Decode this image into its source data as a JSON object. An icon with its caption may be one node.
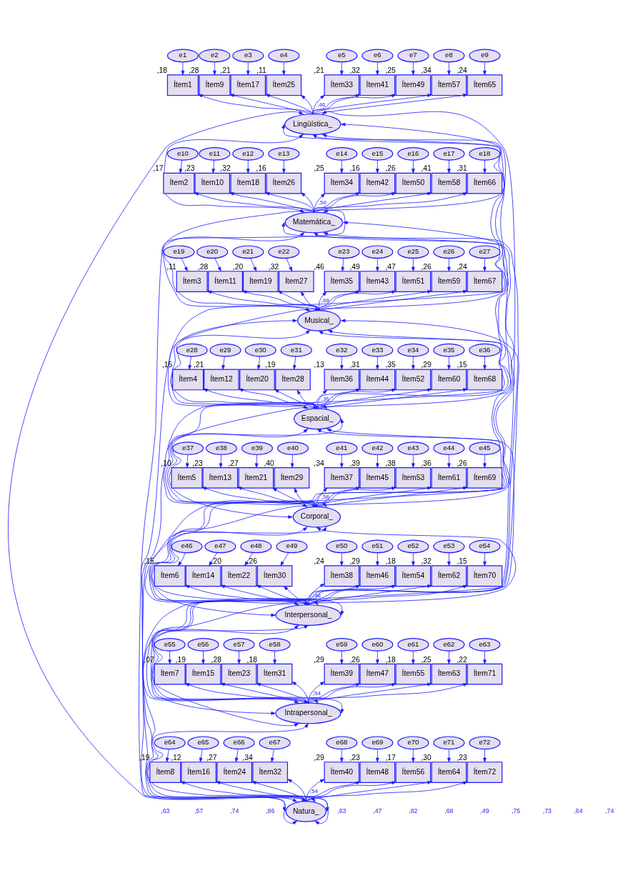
{
  "diagram": {
    "nodes": [
      {
        "text": [
          "e1"
        ]
      },
      {
        "text": [
          "e2"
        ]
      },
      {
        "text": [
          "e3"
        ]
      },
      {
        "text": [
          "e4"
        ]
      },
      {
        "text": [
          "e5"
        ]
      },
      {
        "text": [
          "e6"
        ]
      },
      {
        "text": [
          "e7"
        ]
      },
      {
        "text": [
          "e8"
        ]
      },
      {
        "text": [
          "e9"
        ]
      },
      {
        "text": [
          "Ítem1"
        ],
        "beside": [
          ",18"
        ]
      },
      {
        "text": [
          "Ítem9"
        ],
        "beside": [
          ",28"
        ]
      },
      {
        "text": [
          "Ítem17"
        ],
        "beside": [
          ",21"
        ]
      },
      {
        "text": [
          "Ítem25"
        ],
        "beside": [
          ",11"
        ]
      },
      {
        "text": [
          "Ítem33"
        ],
        "beside": [
          ",21"
        ]
      },
      {
        "text": [
          "Ítem41"
        ],
        "beside": [
          ",32"
        ]
      },
      {
        "text": [
          "Ítem49"
        ],
        "beside": [
          ",25"
        ]
      },
      {
        "text": [
          "Ítem57"
        ],
        "beside": [
          ",34"
        ]
      },
      {
        "text": [
          "Ítem65"
        ],
        "beside": [
          ",24"
        ]
      },
      {
        "text": [
          "Lingüística_"
        ]
      },
      {
        "text": [
          "e10"
        ]
      },
      {
        "text": [
          "e11"
        ]
      },
      {
        "text": [
          "e12"
        ]
      },
      {
        "text": [
          "e13"
        ]
      },
      {
        "text": [
          "e14"
        ]
      },
      {
        "text": [
          "e15"
        ]
      },
      {
        "text": [
          "e16"
        ]
      },
      {
        "text": [
          "e17"
        ]
      },
      {
        "text": [
          "e18"
        ]
      },
      {
        "text": [
          "Ítem2"
        ],
        "beside": [
          ",17"
        ]
      },
      {
        "text": [
          "Ítem10"
        ],
        "beside": [
          ",23"
        ]
      },
      {
        "text": [
          "Ítem18"
        ],
        "beside": [
          ",32"
        ]
      },
      {
        "text": [
          "Ítem26"
        ],
        "beside": [
          ",16"
        ]
      },
      {
        "text": [
          "Ítem34"
        ],
        "beside": [
          ",25"
        ]
      },
      {
        "text": [
          "Ítem42"
        ],
        "beside": [
          ",16"
        ]
      },
      {
        "text": [
          "Ítem50"
        ],
        "beside": [
          ",26"
        ]
      },
      {
        "text": [
          "Ítem58"
        ],
        "beside": [
          ",41"
        ]
      },
      {
        "text": [
          "Ítem66"
        ],
        "beside": [
          ",31"
        ]
      },
      {
        "text": [
          "Matemática_"
        ]
      },
      {
        "text": [
          "e19"
        ]
      },
      {
        "text": [
          "e20"
        ]
      },
      {
        "text": [
          "e21"
        ]
      },
      {
        "text": [
          "e22"
        ]
      },
      {
        "text": [
          "e23"
        ]
      },
      {
        "text": [
          "e24"
        ]
      },
      {
        "text": [
          "e25"
        ]
      },
      {
        "text": [
          "e26"
        ]
      },
      {
        "text": [
          "e27"
        ]
      },
      {
        "text": [
          "Ítem3"
        ],
        "beside": [
          ",11"
        ]
      },
      {
        "text": [
          "Ítem11"
        ],
        "beside": [
          ",28"
        ]
      },
      {
        "text": [
          "Ítem19"
        ],
        "beside": [
          ",20"
        ]
      },
      {
        "text": [
          "Ítem27"
        ],
        "beside": [
          ",32"
        ]
      },
      {
        "text": [
          "Ítem35"
        ],
        "beside": [
          ",46"
        ]
      },
      {
        "text": [
          "Ítem43"
        ],
        "beside": [
          ",49"
        ]
      },
      {
        "text": [
          "Ítem51"
        ],
        "beside": [
          ",47"
        ]
      },
      {
        "text": [
          "Ítem59"
        ],
        "beside": [
          ",26"
        ]
      },
      {
        "text": [
          "Ítem67"
        ],
        "beside": [
          ",24"
        ]
      },
      {
        "text": [
          "Musical_"
        ]
      },
      {
        "text": [
          "e28"
        ]
      },
      {
        "text": [
          "e29"
        ]
      },
      {
        "text": [
          "e30"
        ]
      },
      {
        "text": [
          "e31"
        ]
      },
      {
        "text": [
          "e32"
        ]
      },
      {
        "text": [
          "e33"
        ]
      },
      {
        "text": [
          "e34"
        ]
      },
      {
        "text": [
          "e35"
        ]
      },
      {
        "text": [
          "e36"
        ]
      },
      {
        "text": [
          "Ítem4"
        ],
        "beside": [
          ",15"
        ]
      },
      {
        "text": [
          "Ítem12"
        ],
        "beside": [
          ",21"
        ]
      },
      {
        "text": [
          "Ítem20"
        ]
      },
      {
        "text": [
          "Ítem28"
        ],
        "beside": [
          ",19"
        ]
      },
      {
        "text": [
          "Ítem36"
        ],
        "beside": [
          ",13"
        ]
      },
      {
        "text": [
          "Ítem44"
        ],
        "beside": [
          ",31"
        ]
      },
      {
        "text": [
          "Ítem52"
        ],
        "beside": [
          ",35"
        ]
      },
      {
        "text": [
          "Ítem60"
        ],
        "beside": [
          ",29"
        ]
      },
      {
        "text": [
          "Ítem68"
        ],
        "beside": [
          ",15"
        ]
      },
      {
        "text": [
          "Espacial_"
        ]
      },
      {
        "text": [
          "e37"
        ]
      },
      {
        "text": [
          "e38"
        ]
      },
      {
        "text": [
          "e39"
        ]
      },
      {
        "text": [
          "e40"
        ]
      },
      {
        "text": [
          "e41"
        ]
      },
      {
        "text": [
          "e42"
        ]
      },
      {
        "text": [
          "e43"
        ]
      },
      {
        "text": [
          "e44"
        ]
      },
      {
        "text": [
          "e45"
        ]
      },
      {
        "text": [
          "Ítem5"
        ],
        "beside": [
          ",10"
        ]
      },
      {
        "text": [
          "Ítem13"
        ],
        "beside": [
          ",23"
        ]
      },
      {
        "text": [
          "Ítem21"
        ],
        "beside": [
          ",27"
        ]
      },
      {
        "text": [
          "Ítem29"
        ],
        "beside": [
          ",40"
        ]
      },
      {
        "text": [
          "Ítem37"
        ],
        "beside": [
          ",34"
        ]
      },
      {
        "text": [
          "Ítem45"
        ],
        "beside": [
          ",39"
        ]
      },
      {
        "text": [
          "Ítem53"
        ],
        "beside": [
          ",38"
        ]
      },
      {
        "text": [
          "Ítem61"
        ],
        "beside": [
          ",36"
        ]
      },
      {
        "text": [
          "Ítem69"
        ],
        "beside": [
          ",26"
        ]
      },
      {
        "text": [
          "Corporal_"
        ]
      },
      {
        "text": [
          "e46"
        ]
      },
      {
        "text": [
          "e47"
        ]
      },
      {
        "text": [
          "e48"
        ]
      },
      {
        "text": [
          "e49"
        ]
      },
      {
        "text": [
          "e50"
        ]
      },
      {
        "text": [
          "e51"
        ]
      },
      {
        "text": [
          "e52"
        ]
      },
      {
        "text": [
          "e53"
        ]
      },
      {
        "text": [
          "e54"
        ]
      },
      {
        "text": [
          "Ítem6"
        ],
        "beside": [
          ",15"
        ]
      },
      {
        "text": [
          "Ítem14"
        ]
      },
      {
        "text": [
          "Ítem22"
        ],
        "beside": [
          ",20"
        ]
      },
      {
        "text": [
          "Ítem30"
        ],
        "beside": [
          ",26"
        ]
      },
      {
        "text": [
          "Ítem38"
        ],
        "beside": [
          ",24"
        ]
      },
      {
        "text": [
          "Ítem46"
        ],
        "beside": [
          ",29"
        ]
      },
      {
        "text": [
          "Ítem54"
        ],
        "beside": [
          ",18"
        ]
      },
      {
        "text": [
          "Ítem62"
        ],
        "beside": [
          ",32"
        ]
      },
      {
        "text": [
          "Ítem70"
        ],
        "beside": [
          ",15"
        ]
      },
      {
        "text": [
          "Interpersonal_"
        ]
      },
      {
        "text": [
          "e55"
        ]
      },
      {
        "text": [
          "e56"
        ]
      },
      {
        "text": [
          "e57"
        ]
      },
      {
        "text": [
          "e58"
        ]
      },
      {
        "text": [
          "e59"
        ]
      },
      {
        "text": [
          "e60"
        ]
      },
      {
        "text": [
          "e61"
        ]
      },
      {
        "text": [
          "e62"
        ]
      },
      {
        "text": [
          "e63"
        ]
      },
      {
        "text": [
          "Ítem7"
        ],
        "beside": [
          ",07"
        ]
      },
      {
        "text": [
          "Ítem15"
        ],
        "beside": [
          ",19"
        ]
      },
      {
        "text": [
          "Ítem23"
        ],
        "beside": [
          ",28"
        ]
      },
      {
        "text": [
          "Ítem31"
        ],
        "beside": [
          ",18"
        ]
      },
      {
        "text": [
          "Ítem39"
        ],
        "beside": [
          ",29"
        ]
      },
      {
        "text": [
          "Ítem47"
        ],
        "beside": [
          ",26"
        ]
      },
      {
        "text": [
          "Ítem55"
        ],
        "beside": [
          ",18"
        ]
      },
      {
        "text": [
          "Ítem63"
        ],
        "beside": [
          ",25"
        ]
      },
      {
        "text": [
          "Ítem71"
        ],
        "beside": [
          ",22"
        ]
      },
      {
        "text": [
          "Intrapersonal_"
        ]
      },
      {
        "text": [
          "e64"
        ]
      },
      {
        "text": [
          "e65"
        ]
      },
      {
        "text": [
          "e66"
        ]
      },
      {
        "text": [
          "e67"
        ]
      },
      {
        "text": [
          "e68"
        ]
      },
      {
        "text": [
          "e69"
        ]
      },
      {
        "text": [
          "e70"
        ]
      },
      {
        "text": [
          "e71"
        ]
      },
      {
        "text": [
          "e72"
        ]
      },
      {
        "text": [
          "Ítem8"
        ],
        "beside": [
          ",19"
        ]
      },
      {
        "text": [
          "Ítem16"
        ],
        "beside": [
          ",12"
        ]
      },
      {
        "text": [
          "Ítem24"
        ],
        "beside": [
          ",27"
        ]
      },
      {
        "text": [
          "Ítem32"
        ],
        "beside": [
          ",34"
        ]
      },
      {
        "text": [
          "Ítem40"
        ],
        "beside": [
          ",29"
        ]
      },
      {
        "text": [
          "Ítem48"
        ],
        "beside": [
          ",23"
        ]
      },
      {
        "text": [
          "Ítem56"
        ],
        "beside": [
          ",17"
        ]
      },
      {
        "text": [
          "Ítem64"
        ],
        "beside": [
          ",30"
        ]
      },
      {
        "text": [
          "Ítem72"
        ],
        "beside": [
          ",23"
        ]
      },
      {
        "text": [
          "Natura_"
        ]
      }
    ],
    "edges": [
      {
        "from": 0,
        "to": 9,
        "arrow": "to"
      },
      {
        "from": 1,
        "to": 10,
        "arrow": "to"
      },
      {
        "from": 2,
        "to": 11,
        "arrow": "to"
      },
      {
        "from": 3,
        "to": 12,
        "arrow": "to"
      },
      {
        "from": 4,
        "to": 13,
        "arrow": "to"
      },
      {
        "from": 5,
        "to": 14,
        "arrow": "to"
      },
      {
        "from": 6,
        "to": 15,
        "arrow": "to"
      },
      {
        "from": 7,
        "to": 16,
        "arrow": "to"
      },
      {
        "from": 8,
        "to": 17,
        "arrow": "to"
      },
      {
        "from": 18,
        "to": 9,
        "arrow": "to"
      },
      {
        "from": 18,
        "to": 10,
        "arrow": "to"
      },
      {
        "from": 18,
        "to": 11,
        "arrow": "to"
      },
      {
        "from": 18,
        "to": 12,
        "arrow": "to"
      },
      {
        "from": 18,
        "to": 13,
        "arrow": "to",
        "label": ",46"
      },
      {
        "from": 18,
        "to": 14,
        "arrow": "to"
      },
      {
        "from": 18,
        "to": 15,
        "arrow": "to"
      },
      {
        "from": 18,
        "to": 16,
        "arrow": "to"
      },
      {
        "from": 18,
        "to": 17,
        "arrow": "to"
      },
      {
        "from": 19,
        "to": 28,
        "arrow": "to"
      },
      {
        "from": 20,
        "to": 29,
        "arrow": "to"
      },
      {
        "from": 21,
        "to": 30,
        "arrow": "to"
      },
      {
        "from": 22,
        "to": 31,
        "arrow": "to"
      },
      {
        "from": 23,
        "to": 32,
        "arrow": "to"
      },
      {
        "from": 24,
        "to": 33,
        "arrow": "to"
      },
      {
        "from": 25,
        "to": 34,
        "arrow": "to"
      },
      {
        "from": 26,
        "to": 35,
        "arrow": "to"
      },
      {
        "from": 27,
        "to": 36,
        "arrow": "to"
      },
      {
        "from": 37,
        "to": 28,
        "arrow": "to"
      },
      {
        "from": 37,
        "to": 29,
        "arrow": "to"
      },
      {
        "from": 37,
        "to": 30,
        "arrow": "to"
      },
      {
        "from": 37,
        "to": 31,
        "arrow": "to"
      },
      {
        "from": 37,
        "to": 32,
        "arrow": "to",
        "label": ",50"
      },
      {
        "from": 37,
        "to": 33,
        "arrow": "to"
      },
      {
        "from": 37,
        "to": 34,
        "arrow": "to"
      },
      {
        "from": 37,
        "to": 35,
        "arrow": "to"
      },
      {
        "from": 37,
        "to": 36,
        "arrow": "to"
      },
      {
        "from": 38,
        "to": 47,
        "arrow": "to"
      },
      {
        "from": 39,
        "to": 48,
        "arrow": "to"
      },
      {
        "from": 40,
        "to": 49,
        "arrow": "to"
      },
      {
        "from": 41,
        "to": 50,
        "arrow": "to"
      },
      {
        "from": 42,
        "to": 51,
        "arrow": "to"
      },
      {
        "from": 43,
        "to": 52,
        "arrow": "to"
      },
      {
        "from": 44,
        "to": 53,
        "arrow": "to"
      },
      {
        "from": 45,
        "to": 54,
        "arrow": "to"
      },
      {
        "from": 46,
        "to": 55,
        "arrow": "to"
      },
      {
        "from": 56,
        "to": 47,
        "arrow": "to"
      },
      {
        "from": 56,
        "to": 48,
        "arrow": "to"
      },
      {
        "from": 56,
        "to": 49,
        "arrow": "to"
      },
      {
        "from": 56,
        "to": 50,
        "arrow": "to"
      },
      {
        "from": 56,
        "to": 51,
        "arrow": "to",
        "label": ",68"
      },
      {
        "from": 56,
        "to": 52,
        "arrow": "to"
      },
      {
        "from": 56,
        "to": 53,
        "arrow": "to"
      },
      {
        "from": 56,
        "to": 54,
        "arrow": "to"
      },
      {
        "from": 56,
        "to": 55,
        "arrow": "to"
      },
      {
        "from": 57,
        "to": 66,
        "arrow": "to"
      },
      {
        "from": 58,
        "to": 67,
        "arrow": "to"
      },
      {
        "from": 59,
        "to": 68,
        "arrow": "to"
      },
      {
        "from": 60,
        "to": 69,
        "arrow": "to"
      },
      {
        "from": 61,
        "to": 70,
        "arrow": "to"
      },
      {
        "from": 62,
        "to": 71,
        "arrow": "to"
      },
      {
        "from": 63,
        "to": 72,
        "arrow": "to"
      },
      {
        "from": 64,
        "to": 73,
        "arrow": "to"
      },
      {
        "from": 65,
        "to": 74,
        "arrow": "to"
      },
      {
        "from": 75,
        "to": 66,
        "arrow": "to"
      },
      {
        "from": 75,
        "to": 67,
        "arrow": "to"
      },
      {
        "from": 75,
        "to": 68,
        "arrow": "to"
      },
      {
        "from": 75,
        "to": 69,
        "arrow": "to"
      },
      {
        "from": 75,
        "to": 70,
        "arrow": "to",
        "label": ",36"
      },
      {
        "from": 75,
        "to": 71,
        "arrow": "to"
      },
      {
        "from": 75,
        "to": 72,
        "arrow": "to"
      },
      {
        "from": 75,
        "to": 73,
        "arrow": "to"
      },
      {
        "from": 75,
        "to": 74,
        "arrow": "to"
      },
      {
        "from": 76,
        "to": 85,
        "arrow": "to"
      },
      {
        "from": 77,
        "to": 86,
        "arrow": "to"
      },
      {
        "from": 78,
        "to": 87,
        "arrow": "to"
      },
      {
        "from": 79,
        "to": 88,
        "arrow": "to"
      },
      {
        "from": 80,
        "to": 89,
        "arrow": "to"
      },
      {
        "from": 81,
        "to": 90,
        "arrow": "to"
      },
      {
        "from": 82,
        "to": 91,
        "arrow": "to"
      },
      {
        "from": 83,
        "to": 92,
        "arrow": "to"
      },
      {
        "from": 84,
        "to": 93,
        "arrow": "to"
      },
      {
        "from": 94,
        "to": 85,
        "arrow": "to"
      },
      {
        "from": 94,
        "to": 86,
        "arrow": "to"
      },
      {
        "from": 94,
        "to": 87,
        "arrow": "to"
      },
      {
        "from": 94,
        "to": 88,
        "arrow": "to"
      },
      {
        "from": 94,
        "to": 89,
        "arrow": "to",
        "label": ",58"
      },
      {
        "from": 94,
        "to": 90,
        "arrow": "to"
      },
      {
        "from": 94,
        "to": 91,
        "arrow": "to"
      },
      {
        "from": 94,
        "to": 92,
        "arrow": "to"
      },
      {
        "from": 94,
        "to": 93,
        "arrow": "to"
      },
      {
        "from": 95,
        "to": 104,
        "arrow": "to"
      },
      {
        "from": 96,
        "to": 105,
        "arrow": "to"
      },
      {
        "from": 97,
        "to": 106,
        "arrow": "to"
      },
      {
        "from": 98,
        "to": 107,
        "arrow": "to"
      },
      {
        "from": 99,
        "to": 108,
        "arrow": "to"
      },
      {
        "from": 100,
        "to": 109,
        "arrow": "to"
      },
      {
        "from": 101,
        "to": 110,
        "arrow": "to"
      },
      {
        "from": 102,
        "to": 111,
        "arrow": "to"
      },
      {
        "from": 103,
        "to": 112,
        "arrow": "to"
      },
      {
        "from": 113,
        "to": 104,
        "arrow": "to"
      },
      {
        "from": 113,
        "to": 105,
        "arrow": "to"
      },
      {
        "from": 113,
        "to": 106,
        "arrow": "to"
      },
      {
        "from": 113,
        "to": 107,
        "arrow": "to"
      },
      {
        "from": 113,
        "to": 108,
        "arrow": "to",
        "label": ",48"
      },
      {
        "from": 113,
        "to": 109,
        "arrow": "to"
      },
      {
        "from": 113,
        "to": 110,
        "arrow": "to"
      },
      {
        "from": 113,
        "to": 111,
        "arrow": "to"
      },
      {
        "from": 113,
        "to": 112,
        "arrow": "to"
      },
      {
        "from": 114,
        "to": 123,
        "arrow": "to"
      },
      {
        "from": 115,
        "to": 124,
        "arrow": "to"
      },
      {
        "from": 116,
        "to": 125,
        "arrow": "to"
      },
      {
        "from": 117,
        "to": 126,
        "arrow": "to"
      },
      {
        "from": 118,
        "to": 127,
        "arrow": "to"
      },
      {
        "from": 119,
        "to": 128,
        "arrow": "to"
      },
      {
        "from": 120,
        "to": 129,
        "arrow": "to"
      },
      {
        "from": 121,
        "to": 130,
        "arrow": "to"
      },
      {
        "from": 122,
        "to": 131,
        "arrow": "to"
      },
      {
        "from": 132,
        "to": 123,
        "arrow": "to"
      },
      {
        "from": 132,
        "to": 124,
        "arrow": "to"
      },
      {
        "from": 132,
        "to": 125,
        "arrow": "to"
      },
      {
        "from": 132,
        "to": 126,
        "arrow": "to"
      },
      {
        "from": 132,
        "to": 127,
        "arrow": "to",
        "label": ",54"
      },
      {
        "from": 132,
        "to": 128,
        "arrow": "to"
      },
      {
        "from": 132,
        "to": 129,
        "arrow": "to"
      },
      {
        "from": 132,
        "to": 130,
        "arrow": "to"
      },
      {
        "from": 132,
        "to": 131,
        "arrow": "to"
      },
      {
        "from": 133,
        "to": 142,
        "arrow": "to"
      },
      {
        "from": 134,
        "to": 143,
        "arrow": "to"
      },
      {
        "from": 135,
        "to": 144,
        "arrow": "to"
      },
      {
        "from": 136,
        "to": 145,
        "arrow": "to"
      },
      {
        "from": 137,
        "to": 146,
        "arrow": "to"
      },
      {
        "from": 138,
        "to": 147,
        "arrow": "to"
      },
      {
        "from": 139,
        "to": 148,
        "arrow": "to"
      },
      {
        "from": 140,
        "to": 149,
        "arrow": "to"
      },
      {
        "from": 141,
        "to": 150,
        "arrow": "to"
      },
      {
        "from": 151,
        "to": 142,
        "arrow": "to"
      },
      {
        "from": 151,
        "to": 143,
        "arrow": "to"
      },
      {
        "from": 151,
        "to": 144,
        "arrow": "to"
      },
      {
        "from": 151,
        "to": 145,
        "arrow": "to"
      },
      {
        "from": 151,
        "to": 146,
        "arrow": "to",
        "label": ",54"
      },
      {
        "from": 151,
        "to": 147,
        "arrow": "to"
      },
      {
        "from": 151,
        "to": 148,
        "arrow": "to"
      },
      {
        "from": 151,
        "to": 149,
        "arrow": "to"
      },
      {
        "from": 151,
        "to": 150,
        "arrow": "to"
      },
      {
        "from": 18,
        "to": 37,
        "arrow": "both"
      },
      {
        "from": 18,
        "to": 56,
        "arrow": "both"
      },
      {
        "from": 18,
        "to": 75,
        "arrow": "both"
      },
      {
        "from": 18,
        "to": 94,
        "arrow": "both"
      },
      {
        "from": 18,
        "to": 113,
        "arrow": "both"
      },
      {
        "from": 18,
        "to": 132,
        "arrow": "both"
      },
      {
        "from": 18,
        "to": 151,
        "arrow": "both"
      },
      {
        "from": 37,
        "to": 56,
        "arrow": "both"
      },
      {
        "from": 37,
        "to": 75,
        "arrow": "both"
      },
      {
        "from": 37,
        "to": 94,
        "arrow": "both"
      },
      {
        "from": 37,
        "to": 113,
        "arrow": "both"
      },
      {
        "from": 37,
        "to": 132,
        "arrow": "both"
      },
      {
        "from": 37,
        "to": 151,
        "arrow": "both"
      },
      {
        "from": 56,
        "to": 75,
        "arrow": "both"
      },
      {
        "from": 56,
        "to": 94,
        "arrow": "both"
      },
      {
        "from": 56,
        "to": 113,
        "arrow": "both"
      },
      {
        "from": 56,
        "to": 132,
        "arrow": "both"
      },
      {
        "from": 56,
        "to": 151,
        "arrow": "both"
      },
      {
        "from": 75,
        "to": 94,
        "arrow": "both"
      },
      {
        "from": 75,
        "to": 113,
        "arrow": "both"
      },
      {
        "from": 75,
        "to": 132,
        "arrow": "both"
      },
      {
        "from": 75,
        "to": 151,
        "arrow": "both"
      },
      {
        "from": 94,
        "to": 113,
        "arrow": "both"
      },
      {
        "from": 94,
        "to": 132,
        "arrow": "both"
      },
      {
        "from": 94,
        "to": 151,
        "arrow": "both"
      },
      {
        "from": 113,
        "to": 132,
        "arrow": "both"
      },
      {
        "from": 113,
        "to": 151,
        "arrow": "both"
      },
      {
        "from": 132,
        "to": 151,
        "arrow": "both"
      }
    ],
    "labels": [
      ",63",
      ",57",
      ",74",
      ",86",
      ",63",
      ",47",
      ",82",
      ",68",
      ",49",
      ",75",
      ",73",
      ",64",
      ",74"
    ]
  }
}
